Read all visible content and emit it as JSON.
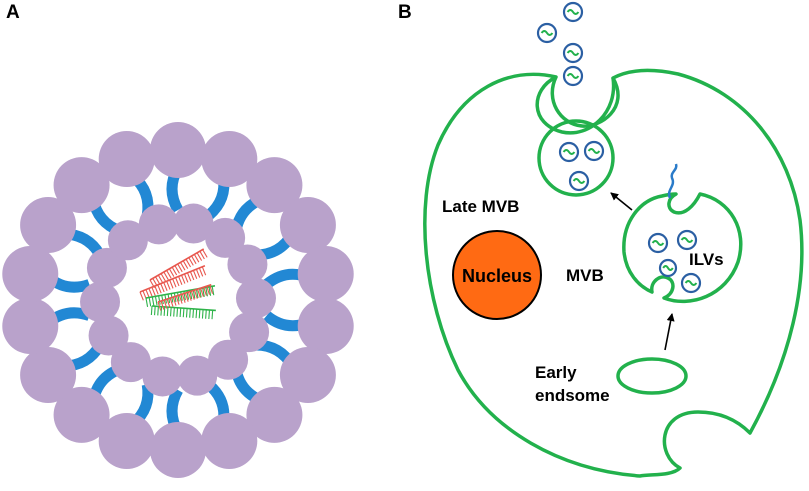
{
  "panels": {
    "a": {
      "letter": "A"
    },
    "b": {
      "letter": "B"
    }
  },
  "labels": {
    "nucleus": "Nucleus",
    "late_mvb": "Late MVB",
    "mvb": "MVB",
    "ilvs": "ILVs",
    "early_line1": "Early",
    "early_line2": "endsome"
  },
  "colors": {
    "lipid_head": "#b9a2cb",
    "lipid_tail": "#2288d4",
    "membrane": "#22b14c",
    "nucleus_fill": "#ff6a13",
    "vesicle_ring": "#2b5fa3",
    "cargo_wave": "#22b14c",
    "rna_red": "#e8574e",
    "rna_green": "#2fb34a"
  },
  "icons": [
    "liposome",
    "rna-cargo",
    "cell-membrane",
    "nucleus",
    "exosome-vesicle",
    "arrow"
  ]
}
